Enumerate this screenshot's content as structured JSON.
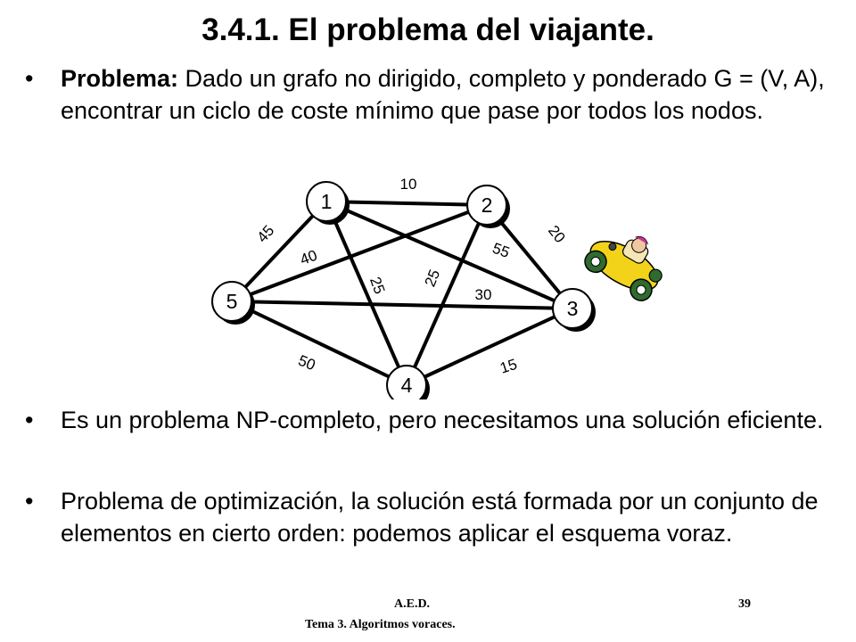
{
  "slide": {
    "title": "3.4.1. El problema del viajante.",
    "bullets": [
      {
        "lead": "Problema:",
        "text": " Dado un grafo no dirigido, completo y ponderado G = (V, A), encontrar un ciclo de coste mínimo que pase por todos los nodos."
      },
      {
        "text": "Es un problema NP-completo, pero necesitamos una solución eficiente."
      },
      {
        "text": "Problema de optimización, la solución está formada por un conjunto de elementos en cierto orden: podemos aplicar el esquema voraz."
      }
    ],
    "bullet_symbol": "•"
  },
  "graph": {
    "nodes": [
      {
        "id": "1",
        "label": "1"
      },
      {
        "id": "2",
        "label": "2"
      },
      {
        "id": "3",
        "label": "3"
      },
      {
        "id": "4",
        "label": "4"
      },
      {
        "id": "5",
        "label": "5"
      }
    ],
    "edges": [
      {
        "from": "1",
        "to": "2",
        "weight": "10"
      },
      {
        "from": "2",
        "to": "3",
        "weight": "20"
      },
      {
        "from": "1",
        "to": "5",
        "weight": "45"
      },
      {
        "from": "2",
        "to": "5",
        "weight": "40"
      },
      {
        "from": "1",
        "to": "3",
        "weight": "55"
      },
      {
        "from": "1",
        "to": "4",
        "weight": "25"
      },
      {
        "from": "2",
        "to": "4",
        "weight": "25"
      },
      {
        "from": "5",
        "to": "3",
        "weight": "30"
      },
      {
        "from": "5",
        "to": "4",
        "weight": "50"
      },
      {
        "from": "4",
        "to": "3",
        "weight": "15"
      }
    ],
    "colors": {
      "car_body": "#f2d31a",
      "wheels": "#2f6b2f",
      "edge": "#000000",
      "node_fill": "#ffffff"
    }
  },
  "footer": {
    "course": "A.E.D.",
    "page": "39",
    "topic": "Tema 3. Algoritmos voraces."
  }
}
